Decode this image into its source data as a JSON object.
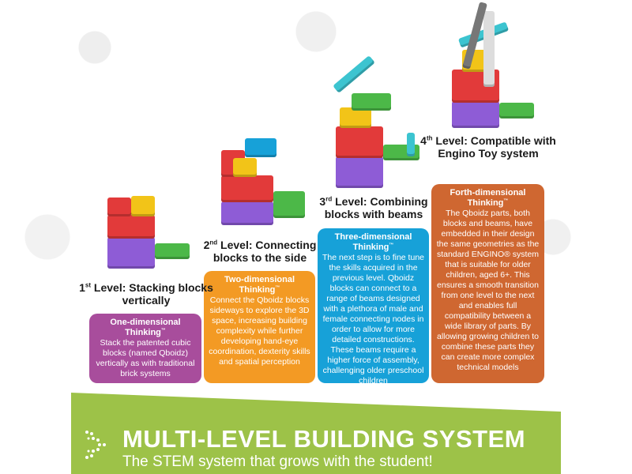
{
  "levels": [
    {
      "title_a": "1",
      "sup": "st",
      "title_b": " Level: Stacking blocks vertically",
      "card_title": "One-dimensional Thinking",
      "tm": "™",
      "card_text": "Stack the patented cubic blocks (named Qboidz) vertically as with traditional brick systems"
    },
    {
      "title_a": "2",
      "sup": "nd",
      "title_b": " Level: Connecting blocks to the side",
      "card_title": "Two-dimensional Thinking",
      "tm": "™",
      "card_text": "Connect the Qboidz blocks sideways to explore the 3D space, increasing building complexity while further developing hand-eye coordination, dexterity skills and spatial perception"
    },
    {
      "title_a": "3",
      "sup": "rd",
      "title_b": " Level: Combining blocks with beams",
      "card_title": "Three-dimensional Thinking",
      "tm": "™",
      "card_text": "The next step is to fine tune the skills acquired in the previous level. Qboidz blocks can connect to a range of beams designed with a plethora of male and female connecting nodes in order to allow for more detailed constructions. These beams require a higher force of assembly, challenging older preschool children"
    },
    {
      "title_a": "4",
      "sup": "th",
      "title_b": " Level: Compatible with Engino Toy system",
      "card_title": "Forth-dimensional Thinking",
      "tm": "™",
      "card_text": "The Qboidz parts, both blocks and beams, have embedded in their design the same geometries as the standard ENGINO® system that is suitable for older children, aged 6+. This ensures a smooth transition from one level to the next and enables full compatibility between a wide library of parts. By allowing growing children to combine these parts they can create more complex technical models"
    }
  ],
  "banner": {
    "title": "MULTI-LEVEL BUILDING SYSTEM",
    "subtitle": "The STEM system that grows with the student!"
  },
  "colors": {
    "purple": "#a84d9c",
    "orange": "#f39a24",
    "blue": "#17a1d8",
    "rust": "#cf6731",
    "green": "#9dc248"
  }
}
